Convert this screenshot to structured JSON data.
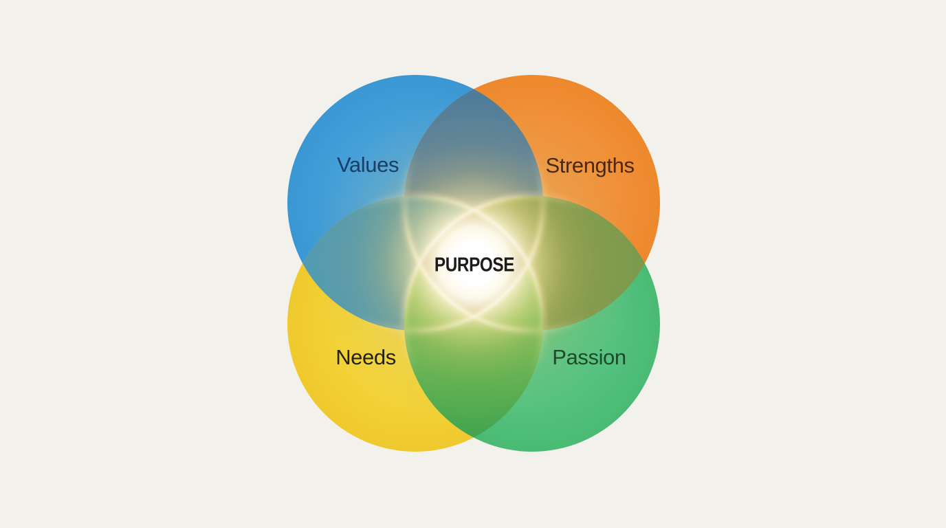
{
  "diagram": {
    "type": "venn-4-circle",
    "background_color": "#F2F1EB",
    "center": {
      "label": "PURPOSE",
      "text_color": "#1D1C1A",
      "glow_color": "#FFFFFF",
      "glow_ring_color": "#EFD88C",
      "quad_overlap_color": "#6B6033"
    },
    "circles": [
      {
        "id": "values",
        "label": "Values",
        "position": "top-left",
        "fill": "#459FD8",
        "label_color": "#1B3D63"
      },
      {
        "id": "strengths",
        "label": "Strengths",
        "position": "top-right",
        "fill": "#F0913A",
        "label_color": "#46290F"
      },
      {
        "id": "needs",
        "label": "Needs",
        "position": "bottom-left",
        "fill": "#F2D237",
        "label_color": "#23220F"
      },
      {
        "id": "passion",
        "label": "Passion",
        "position": "bottom-right",
        "fill": "#55C280",
        "label_color": "#1C4A2B"
      }
    ],
    "overlaps": [
      {
        "between": [
          "values",
          "strengths"
        ],
        "fill": "#54809D"
      },
      {
        "between": [
          "values",
          "needs"
        ],
        "fill": "#539BB0"
      },
      {
        "between": [
          "strengths",
          "passion"
        ],
        "fill": "#7D9A4C"
      },
      {
        "between": [
          "needs",
          "passion"
        ],
        "fill": "#58B750"
      },
      {
        "between": [
          "values",
          "strengths",
          "needs",
          "passion"
        ],
        "fill": "#6B6033"
      }
    ]
  }
}
